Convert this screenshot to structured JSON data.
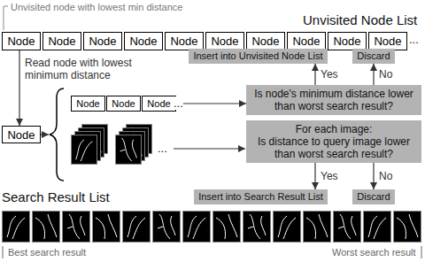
{
  "diagram": {
    "nodes": [
      {
        "text": [
          "Node"
        ]
      },
      {
        "text": [
          "Node"
        ]
      },
      {
        "text": [
          "Node"
        ]
      },
      {
        "text": [
          "Node"
        ]
      },
      {
        "text": [
          "Node"
        ]
      },
      {
        "text": [
          "Node"
        ]
      },
      {
        "text": [
          "Node"
        ]
      },
      {
        "text": [
          "Node"
        ]
      },
      {
        "text": [
          "Node"
        ]
      },
      {
        "text": [
          "Node"
        ]
      },
      {
        "text": [
          "Insert into Unvisited Node List"
        ]
      },
      {
        "text": [
          "Discard"
        ]
      },
      {
        "text": [
          "Node"
        ]
      },
      {
        "text": [
          "Node"
        ]
      },
      {
        "text": [
          "Node"
        ]
      },
      {
        "text": [
          "Node"
        ]
      },
      {
        "text": [
          "Is node's minimum distance lower than worst search result?"
        ]
      },
      {
        "text": [
          "For each image:",
          "Is distance to query image lower than worst search result?"
        ]
      },
      {
        "text": [
          "Insert into Search Result List"
        ]
      },
      {
        "text": [
          "Discard"
        ]
      }
    ],
    "edges": [
      {
        "from": 0,
        "to": 12,
        "arrow": "to"
      },
      {
        "from": 15,
        "to": 16,
        "arrow": "to"
      },
      {
        "from": 16,
        "to": 10,
        "label": "Yes",
        "arrow": "to"
      },
      {
        "from": 16,
        "to": 11,
        "label": "No",
        "arrow": "to"
      },
      {
        "from": 17,
        "to": 18,
        "label": "Yes",
        "arrow": "to"
      },
      {
        "from": 17,
        "to": 19,
        "label": "No",
        "arrow": "to"
      }
    ],
    "labels": [
      "Unvisited node with lowest min distance",
      "Unvisited Node List",
      "Read node with lowest minimum distance",
      "...",
      "...",
      "...",
      "Search Result List",
      "Best search result",
      "Worst search result"
    ]
  }
}
